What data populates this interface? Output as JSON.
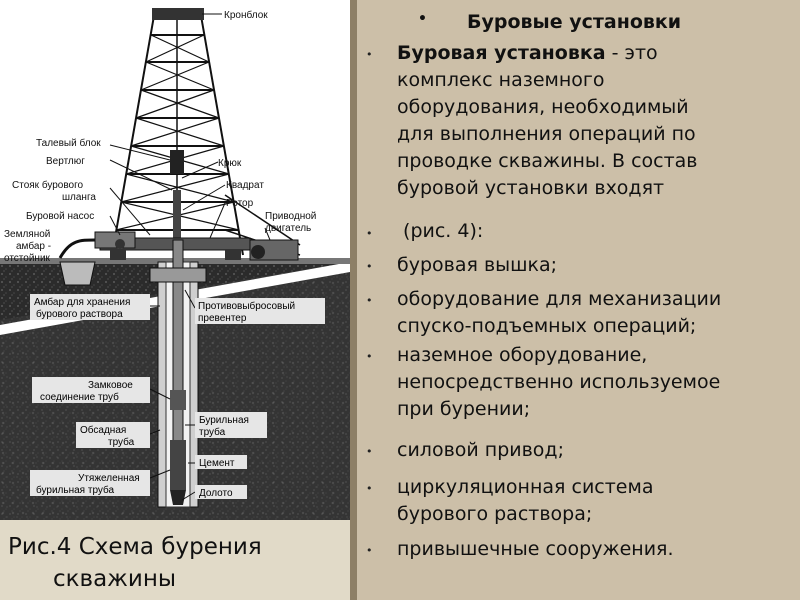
{
  "slide": {
    "title": "Буровые установки",
    "caption_line1": "Рис.4 Схема бурения",
    "caption_line2": "скважины",
    "bullets": [
      {
        "strong": "Буровая установка",
        "rest": " - это",
        "lines": [
          "комплекс наземного",
          "оборудования, необходимый",
          "для выполнения операций по",
          "проводке скважины. В состав",
          "буровой установки входят"
        ]
      },
      {
        "lines": [
          " (рис. 4):"
        ]
      },
      {
        "lines": [
          "буровая вышка;"
        ]
      },
      {
        "lines": [
          "оборудование для механизации",
          "спуско-подъемных операций;"
        ]
      },
      {
        "lines": [
          "наземное оборудование,",
          "непосредственно используемое",
          "при бурении;"
        ]
      },
      {
        "lines": [
          "силовой привод;"
        ]
      },
      {
        "lines": [
          "циркуляционная система",
          "бурового раствора;"
        ]
      },
      {
        "lines": [
          "привышечные сооружения."
        ]
      }
    ]
  },
  "diagram": {
    "labels": {
      "kronblok": "Кронблок",
      "talevyi_blok": "Талевый блок",
      "vertlyug": "Вертлюг",
      "stoyak_1": "Стояк бурового",
      "stoyak_2": "шланга",
      "burovoi_nasos": "Буровой насос",
      "ambar_1": "Земляной",
      "ambar_2": "амбар -",
      "ambar_3": "отстойник",
      "kryuk": "Крюк",
      "kvadrat": "Квадрат",
      "rotor": "Ротор",
      "privod_1": "Приводной",
      "privod_2": "двигатель",
      "ambar_hran_1": "Амбар для хранения",
      "ambar_hran_2": "бурового раствора",
      "preventer_1": "Противовыбросовый",
      "preventer_2": "превентер",
      "zamkovoe_1": "Замковое",
      "zamkovoe_2": "соединение труб",
      "obsadnaya_1": "Обсадная",
      "obsadnaya_2": "труба",
      "burilnaya_1": "Бурильная",
      "burilnaya_2": "труба",
      "cement": "Цемент",
      "utyazh_1": "Утяжеленная",
      "utyazh_2": "бурильная труба",
      "doloto": "Долото"
    }
  },
  "colors": {
    "accent_bg": "#ccbfa8",
    "caption_bg": "#e1dac8",
    "divider": "#8d7f66",
    "ground": "#2a2a2a"
  }
}
